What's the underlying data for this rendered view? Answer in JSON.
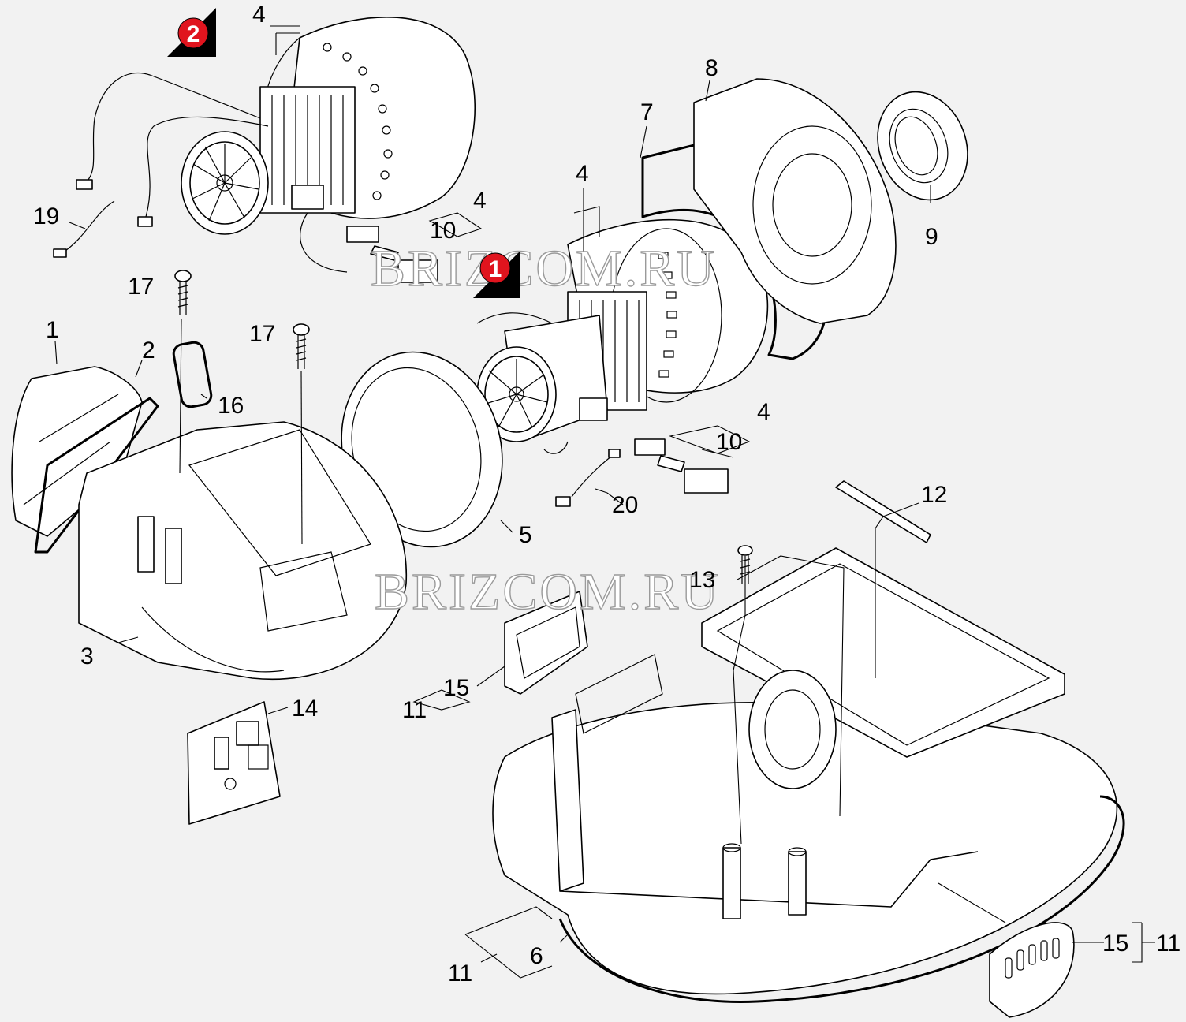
{
  "watermark": {
    "text": "BRIZCOM.RU",
    "color": "#9a9a9a"
  },
  "badges": {
    "motor_a": "1",
    "motor_b": "2",
    "color": "#e0141e"
  },
  "labels": {
    "p1": "1",
    "p2": "2",
    "p3": "3",
    "p4a": "4",
    "p4b": "4",
    "p4c": "4",
    "p4d": "4",
    "p5": "5",
    "p6": "6",
    "p7": "7",
    "p8": "8",
    "p9": "9",
    "p10a": "10",
    "p10b": "10",
    "p11a": "11",
    "p11b": "11",
    "p11c": "11",
    "p12": "12",
    "p13": "13",
    "p14": "14",
    "p15a": "15",
    "p15b": "15",
    "p16": "16",
    "p17a": "17",
    "p17b": "17",
    "p19": "19",
    "p20": "20"
  }
}
